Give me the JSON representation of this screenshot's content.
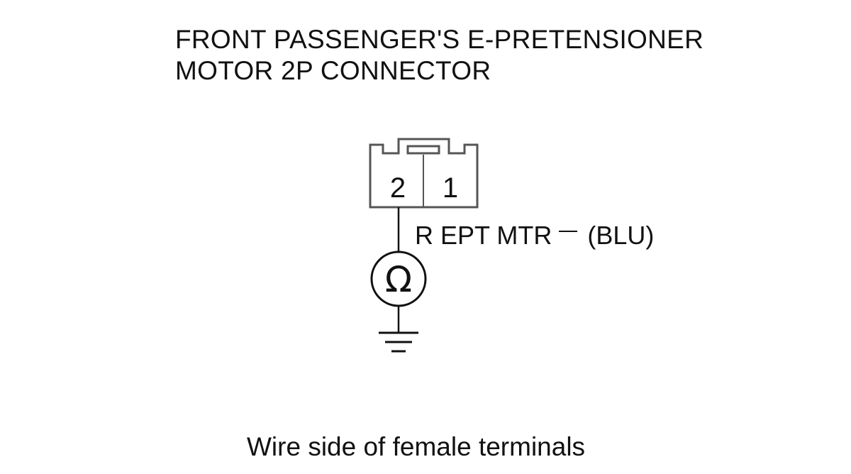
{
  "title": {
    "line1": "FRONT PASSENGER'S E-PRETENSIONER",
    "line2": "MOTOR 2P CONNECTOR"
  },
  "connector": {
    "terminals": [
      "2",
      "1"
    ]
  },
  "wire": {
    "signal": "R EPT MTR",
    "polarity": "—",
    "color_code": "(BLU)"
  },
  "meter": {
    "symbol": "Ω"
  },
  "caption": "Wire side of female terminals",
  "colors": {
    "ink": "#111111",
    "connector_stroke": "#555555",
    "background": "#ffffff"
  },
  "icons": [
    "ohmmeter-icon",
    "ground-icon"
  ]
}
